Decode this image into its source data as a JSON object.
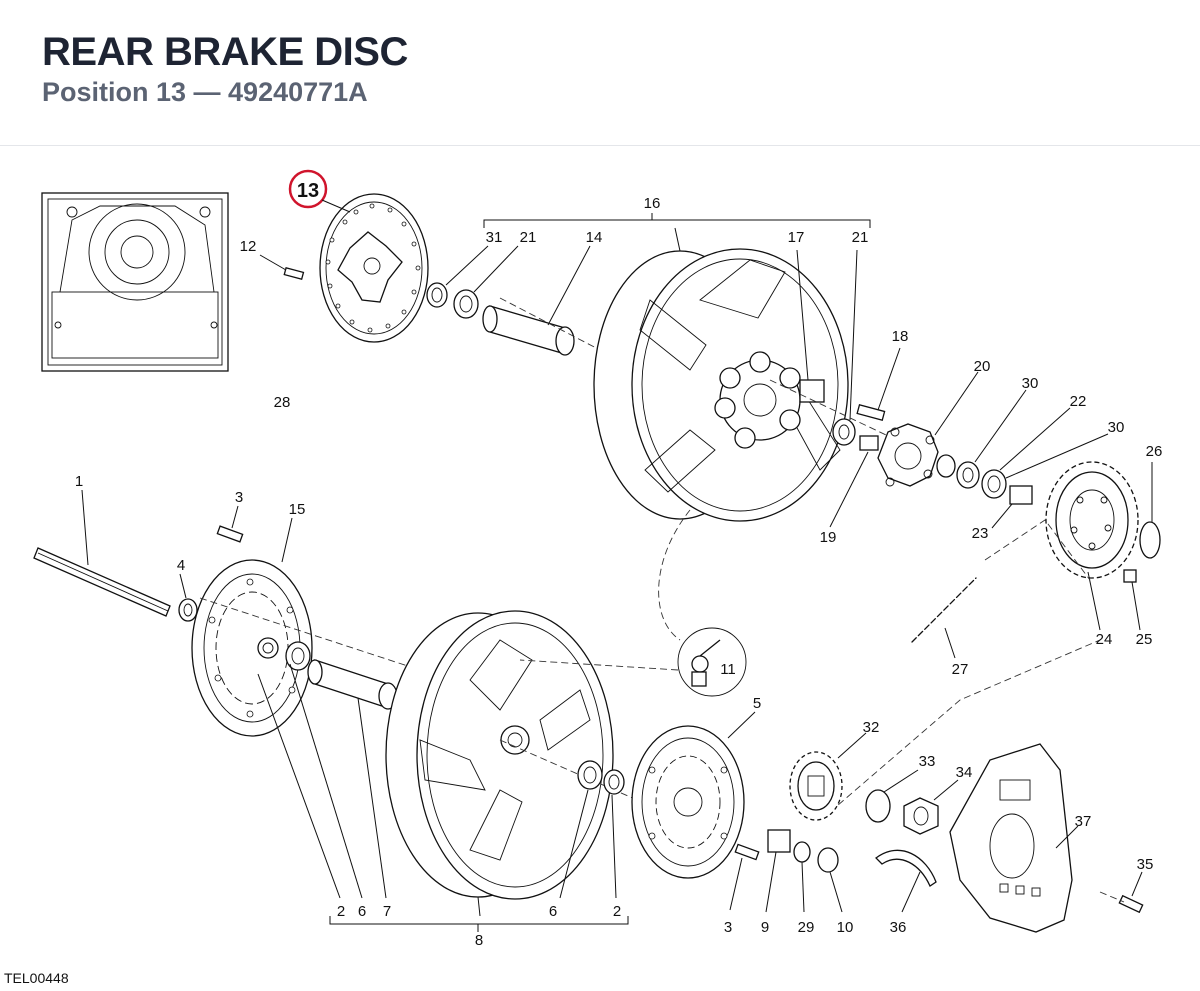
{
  "header": {
    "title": "REAR BRAKE DISC",
    "subtitle": "Position 13 — 49240771A"
  },
  "diagram": {
    "code": "TEL00448",
    "highlighted_label": "13",
    "highlight_color": "#d0142c",
    "labels": {
      "p12": "12",
      "p31": "31",
      "p21a": "21",
      "p14": "14",
      "p16": "16",
      "p17": "17",
      "p21b": "21",
      "p18": "18",
      "p20": "20",
      "p30a": "30",
      "p22": "22",
      "p30b": "30",
      "p26": "26",
      "p28": "28",
      "p19": "19",
      "p23": "23",
      "p1": "1",
      "p3a": "3",
      "p15": "15",
      "p4": "4",
      "p24": "24",
      "p25": "25",
      "p27": "27",
      "p11": "11",
      "p5": "5",
      "p32": "32",
      "p33": "33",
      "p34": "34",
      "p37": "37",
      "p35": "35",
      "p2a": "2",
      "p6a": "6",
      "p7": "7",
      "p6b": "6",
      "p2b": "2",
      "p8": "8",
      "p3b": "3",
      "p9": "9",
      "p29": "29",
      "p10": "10",
      "p36": "36"
    }
  }
}
